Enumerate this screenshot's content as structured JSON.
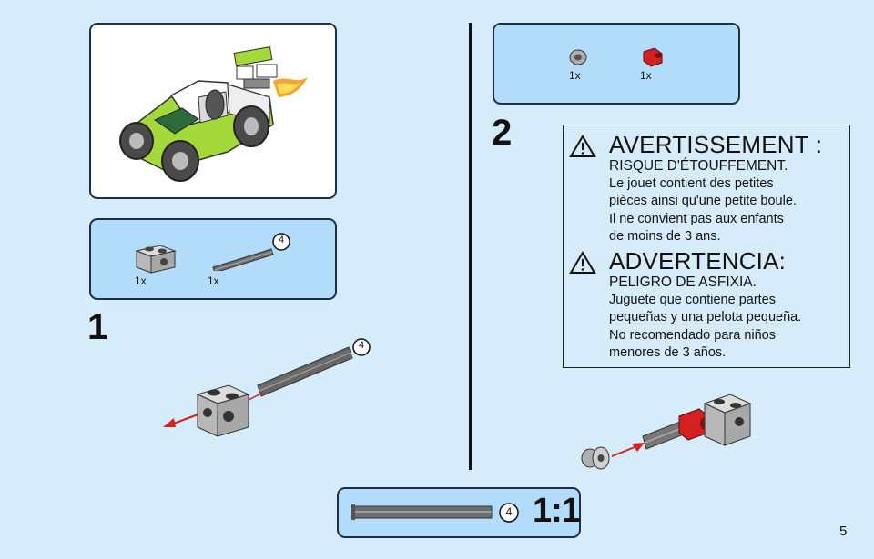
{
  "page_number": "5",
  "step1": {
    "number": "1",
    "parts": [
      {
        "qty": "1x",
        "icon": "technic-brick-icon"
      },
      {
        "qty": "1x",
        "icon": "axle-icon",
        "length": "4"
      }
    ],
    "callout_length": "4"
  },
  "step2": {
    "number": "2",
    "parts": [
      {
        "qty": "1x",
        "icon": "bush-icon"
      },
      {
        "qty": "1x",
        "icon": "red-connector-icon"
      }
    ]
  },
  "warning": {
    "fr_title": "AVERTISSEMENT :",
    "fr_sub": "RISQUE D'ÉTOUFFEMENT.",
    "fr_lines": [
      "Le jouet contient des petites",
      "pièces ainsi qu'une petite boule.",
      "Il ne convient pas aux enfants",
      "de moins de 3 ans."
    ],
    "es_title": "ADVERTENCIA:",
    "es_sub": "PELIGRO DE ASFIXIA.",
    "es_lines": [
      "Juguete que contiene partes",
      "pequeñas y una pelota pequeña.",
      "No recomendado para niños",
      "menores de 3 años."
    ]
  },
  "scale_box": {
    "length": "4",
    "ratio": "1:1"
  },
  "colors": {
    "background": "#d6ecfb",
    "panel_blue": "#b3dcfa",
    "border": "#1b2f45",
    "lime": "#a4d93b",
    "red_arrow": "#d22222",
    "grey_part": "#9a9a9a"
  }
}
